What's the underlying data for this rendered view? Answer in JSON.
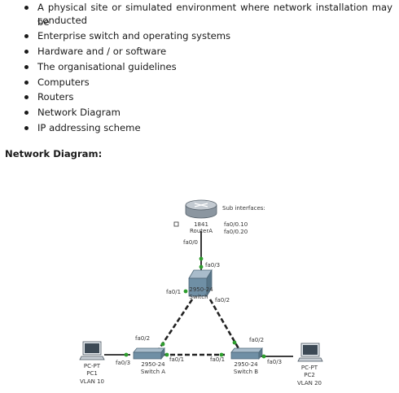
{
  "bullets": [
    "A physical site or simulated environment where network installation may be conducted",
    "Enterprise switch and operating systems",
    "Hardware and / or software",
    "The organisational guidelines",
    "Computers",
    "Routers",
    "Network Diagram",
    "IP addressing scheme"
  ],
  "bullet_first_line": "A physical site or simulated environment where network installation may be",
  "bullet_second_line": "conducted",
  "section_heading": "Network Diagram:",
  "diagram": {
    "router": {
      "model": "1841",
      "name": "RouterA",
      "port": "fa0/0"
    },
    "sub_interfaces": {
      "title": "Sub interfaces:",
      "items": [
        "fa0/0.10",
        "fa0/0.20"
      ]
    },
    "core_switch": {
      "model": "2950-24",
      "name": "Switch",
      "port_up": "fa0/3",
      "port_left": "fa0/1",
      "port_right": "fa0/2"
    },
    "switch_a": {
      "model": "2950-24",
      "name": "Switch A",
      "port_up": "fa0/2",
      "port_right": "fa0/1",
      "port_left": "fa0/3"
    },
    "switch_b": {
      "model": "2950-24",
      "name": "Switch B",
      "port_up": "fa0/2",
      "port_left": "fa0/1",
      "port_right": "fa0/3"
    },
    "pc1": {
      "type": "PC-PT",
      "name": "PC1",
      "vlan": "VLAN 10"
    },
    "pc2": {
      "type": "PC-PT",
      "name": "PC2",
      "vlan": "VLAN 20"
    },
    "colors": {
      "link": "#222222",
      "port_dot": "#2e9e2e",
      "switch_body": "#6f8fa5",
      "router_body": "#9aa3ac"
    }
  }
}
